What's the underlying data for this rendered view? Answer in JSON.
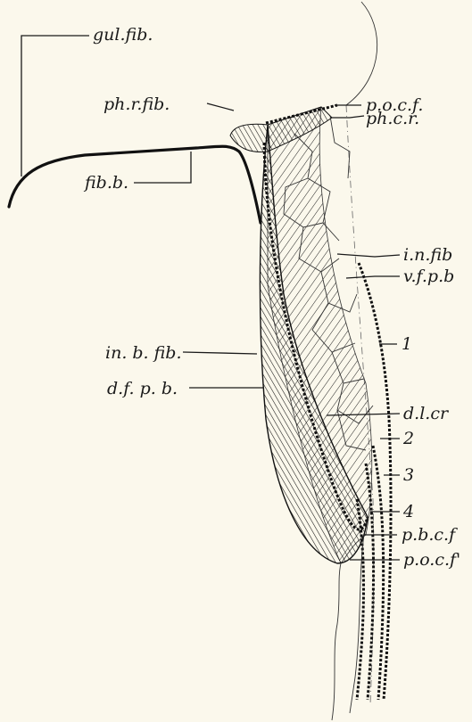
{
  "labels": {
    "gul_fib": "gul.fib.",
    "ph_r_fib": "ph.r.fib.",
    "fib_b": "fib.b.",
    "in_b_fib": "in. b. fib.",
    "d_f_p_b": "d.f. p. b.",
    "p_o_c_f": "p.o.c.f.",
    "ph_c_r": "ph.c.r.",
    "i_n_fib": "i.n.fib",
    "v_f_p_b": "v.f.p.b",
    "num_1": "1",
    "d_l_cr": "d.l.cr",
    "num_2": "2",
    "num_3": "3",
    "num_4": "4",
    "p_b_c_f": "p.b.c.f",
    "p_o_c_f_prime": "p.o.c.f'"
  }
}
